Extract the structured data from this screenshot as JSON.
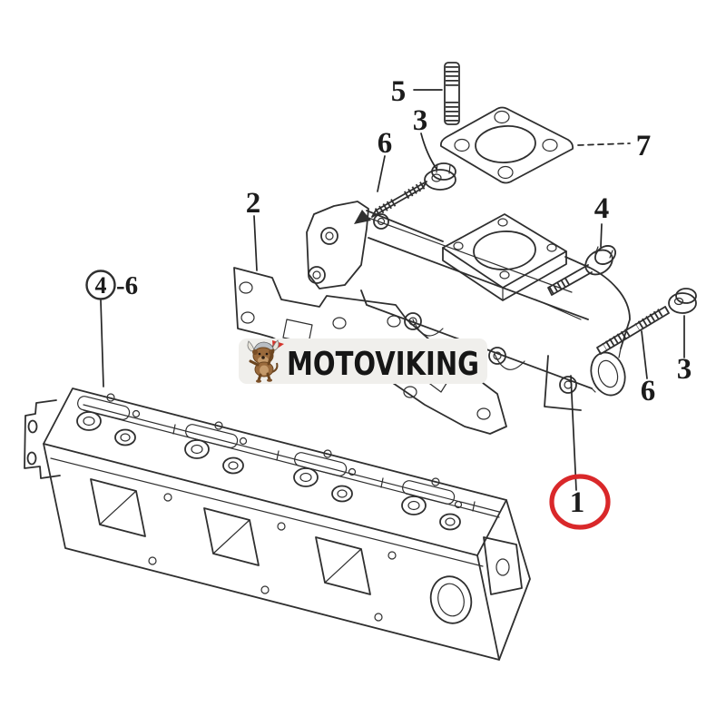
{
  "page": {
    "background": "#ffffff",
    "type": "exploded-parts-diagram",
    "subject": "Engine intake manifold, gaskets and cylinder head line drawing"
  },
  "watermark": {
    "brand": "MOTOVIKING",
    "mascot": "viking-dog-with-axe",
    "panel_color": "#f0efec",
    "text_color": "#161616"
  },
  "highlight": {
    "color": "#d9282a",
    "highlighted_part": "1"
  },
  "line_color": "#2f2f2f",
  "callouts": {
    "part5": "5",
    "part3_top": "3",
    "part6_top": "6",
    "part2": "2",
    "part7": "7",
    "part4": "4",
    "group4": "4",
    "group4_suffix": "-6",
    "part3_right": "3",
    "part6_right": "6",
    "part1": "1"
  }
}
